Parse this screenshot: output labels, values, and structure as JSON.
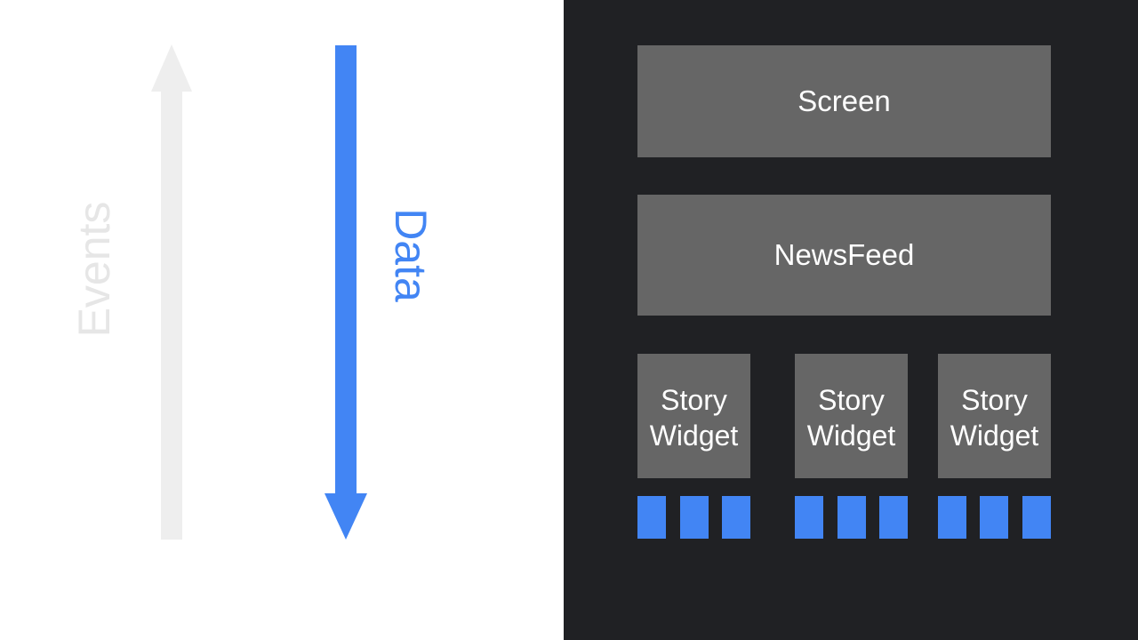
{
  "left": {
    "events_label": "Events",
    "data_label": "Data"
  },
  "right": {
    "screen_label": "Screen",
    "newsfeed_label": "NewsFeed",
    "stories": [
      {
        "line1": "Story",
        "line2": "Widget"
      },
      {
        "line1": "Story",
        "line2": "Widget"
      },
      {
        "line1": "Story",
        "line2": "Widget"
      }
    ]
  },
  "colors": {
    "events_arrow": "#eeeeee",
    "events_text": "#e6e6e6",
    "data_arrow": "#4285f4",
    "data_text": "#4285f4",
    "panel_bg": "#202124",
    "box_bg": "#666666",
    "leaf_square": "#4285f4"
  }
}
